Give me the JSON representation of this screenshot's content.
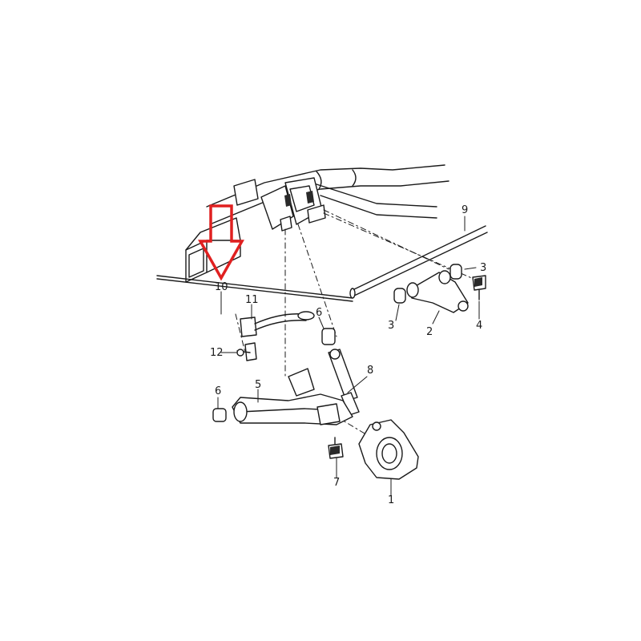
{
  "figure": {
    "callouts": [
      {
        "id": "c1",
        "text": "1"
      },
      {
        "id": "c2",
        "text": "2"
      },
      {
        "id": "c3a",
        "text": "3"
      },
      {
        "id": "c3b",
        "text": "3"
      },
      {
        "id": "c4",
        "text": "4"
      },
      {
        "id": "c5",
        "text": "5"
      },
      {
        "id": "c6a",
        "text": "6"
      },
      {
        "id": "c6b",
        "text": "6"
      },
      {
        "id": "c7",
        "text": "7"
      },
      {
        "id": "c8",
        "text": "8"
      },
      {
        "id": "c9",
        "text": "9"
      },
      {
        "id": "c10",
        "text": "10"
      },
      {
        "id": "c11",
        "text": "11"
      },
      {
        "id": "c12",
        "text": "12"
      }
    ],
    "highlight_arrow_color": "#e02020",
    "line_color": "#1a1a1a"
  }
}
